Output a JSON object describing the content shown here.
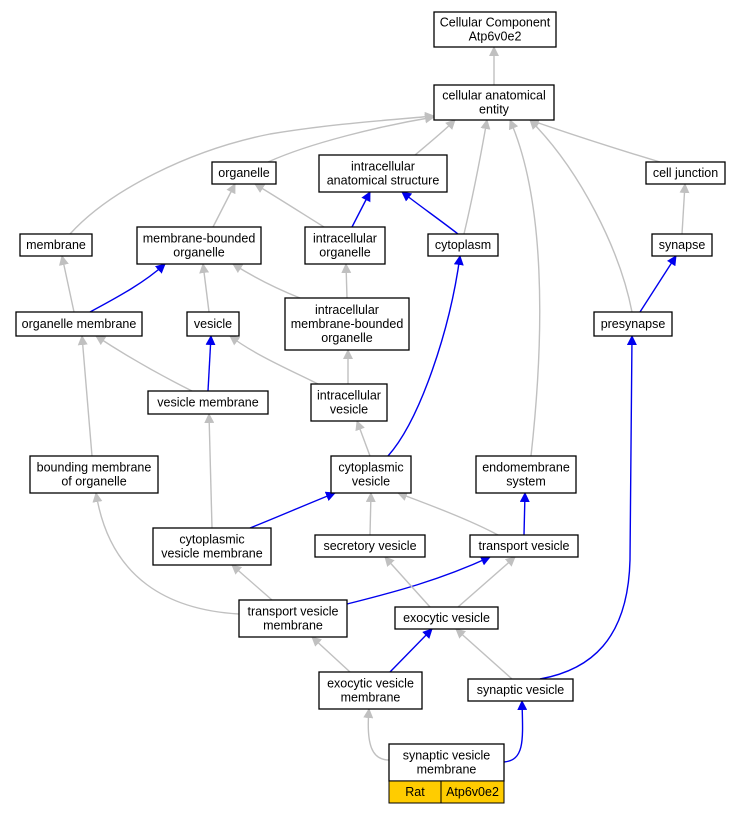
{
  "colors": {
    "is_a": "#c0c0c0",
    "part_of": "#0000ee",
    "badge": "#ffcc00",
    "node_border": "#000000"
  },
  "nodes": [
    {
      "id": "cc",
      "lines": [
        "Cellular Component",
        "Atp6v0e2"
      ]
    },
    {
      "id": "cae",
      "lines": [
        "cellular anatomical",
        "entity"
      ]
    },
    {
      "id": "organelle",
      "lines": [
        "organelle"
      ]
    },
    {
      "id": "ias",
      "lines": [
        "intracellular",
        "anatomical structure"
      ]
    },
    {
      "id": "celljunction",
      "lines": [
        "cell junction"
      ]
    },
    {
      "id": "membrane",
      "lines": [
        "membrane"
      ]
    },
    {
      "id": "mbo",
      "lines": [
        "membrane-bounded",
        "organelle"
      ]
    },
    {
      "id": "io",
      "lines": [
        "intracellular",
        "organelle"
      ]
    },
    {
      "id": "cytoplasm",
      "lines": [
        "cytoplasm"
      ]
    },
    {
      "id": "synapse",
      "lines": [
        "synapse"
      ]
    },
    {
      "id": "om",
      "lines": [
        "organelle membrane"
      ]
    },
    {
      "id": "vesicle",
      "lines": [
        "vesicle"
      ]
    },
    {
      "id": "imbo",
      "lines": [
        "intracellular",
        "membrane-bounded",
        "organelle"
      ]
    },
    {
      "id": "presynapse",
      "lines": [
        "presynapse"
      ]
    },
    {
      "id": "vm",
      "lines": [
        "vesicle membrane"
      ]
    },
    {
      "id": "iv",
      "lines": [
        "intracellular",
        "vesicle"
      ]
    },
    {
      "id": "bmo",
      "lines": [
        "bounding membrane",
        "of organelle"
      ]
    },
    {
      "id": "cv",
      "lines": [
        "cytoplasmic",
        "vesicle"
      ]
    },
    {
      "id": "es",
      "lines": [
        "endomembrane",
        "system"
      ]
    },
    {
      "id": "cvm",
      "lines": [
        "cytoplasmic",
        "vesicle membrane"
      ]
    },
    {
      "id": "sv",
      "lines": [
        "secretory vesicle"
      ]
    },
    {
      "id": "tv",
      "lines": [
        "transport vesicle"
      ]
    },
    {
      "id": "tvm",
      "lines": [
        "transport vesicle",
        "membrane"
      ]
    },
    {
      "id": "ev",
      "lines": [
        "exocytic vesicle"
      ]
    },
    {
      "id": "evm",
      "lines": [
        "exocytic vesicle",
        "membrane"
      ]
    },
    {
      "id": "synv",
      "lines": [
        "synaptic vesicle"
      ]
    },
    {
      "id": "svm",
      "lines": [
        "synaptic vesicle",
        "membrane"
      ]
    }
  ],
  "edges": [
    {
      "from": "cae",
      "to": "cc",
      "rel": "is_a"
    },
    {
      "from": "organelle",
      "to": "cae",
      "rel": "is_a"
    },
    {
      "from": "ias",
      "to": "cae",
      "rel": "is_a"
    },
    {
      "from": "celljunction",
      "to": "cae",
      "rel": "is_a"
    },
    {
      "from": "membrane",
      "to": "cae",
      "rel": "is_a"
    },
    {
      "from": "cytoplasm",
      "to": "cae",
      "rel": "is_a"
    },
    {
      "from": "es",
      "to": "cae",
      "rel": "is_a"
    },
    {
      "from": "presynapse",
      "to": "cae",
      "rel": "is_a"
    },
    {
      "from": "mbo",
      "to": "organelle",
      "rel": "is_a"
    },
    {
      "from": "io",
      "to": "organelle",
      "rel": "is_a"
    },
    {
      "from": "io",
      "to": "ias",
      "rel": "part_of"
    },
    {
      "from": "cytoplasm",
      "to": "ias",
      "rel": "part_of"
    },
    {
      "from": "synapse",
      "to": "celljunction",
      "rel": "is_a"
    },
    {
      "from": "om",
      "to": "membrane",
      "rel": "is_a"
    },
    {
      "from": "om",
      "to": "mbo",
      "rel": "part_of"
    },
    {
      "from": "vesicle",
      "to": "mbo",
      "rel": "is_a"
    },
    {
      "from": "imbo",
      "to": "mbo",
      "rel": "is_a"
    },
    {
      "from": "imbo",
      "to": "io",
      "rel": "is_a"
    },
    {
      "from": "presynapse",
      "to": "synapse",
      "rel": "part_of"
    },
    {
      "from": "vm",
      "to": "om",
      "rel": "is_a"
    },
    {
      "from": "vm",
      "to": "vesicle",
      "rel": "part_of"
    },
    {
      "from": "iv",
      "to": "vesicle",
      "rel": "is_a"
    },
    {
      "from": "iv",
      "to": "imbo",
      "rel": "is_a"
    },
    {
      "from": "bmo",
      "to": "om",
      "rel": "is_a"
    },
    {
      "from": "cv",
      "to": "iv",
      "rel": "is_a"
    },
    {
      "from": "cv",
      "to": "cytoplasm",
      "rel": "part_of"
    },
    {
      "from": "cvm",
      "to": "vm",
      "rel": "is_a"
    },
    {
      "from": "cvm",
      "to": "cv",
      "rel": "part_of"
    },
    {
      "from": "sv",
      "to": "cv",
      "rel": "is_a"
    },
    {
      "from": "tv",
      "to": "cv",
      "rel": "is_a"
    },
    {
      "from": "tv",
      "to": "es",
      "rel": "part_of"
    },
    {
      "from": "tvm",
      "to": "cvm",
      "rel": "is_a"
    },
    {
      "from": "tvm",
      "to": "bmo",
      "rel": "is_a"
    },
    {
      "from": "tvm",
      "to": "tv",
      "rel": "part_of"
    },
    {
      "from": "ev",
      "to": "sv",
      "rel": "is_a"
    },
    {
      "from": "ev",
      "to": "tv",
      "rel": "is_a"
    },
    {
      "from": "evm",
      "to": "tvm",
      "rel": "is_a"
    },
    {
      "from": "evm",
      "to": "ev",
      "rel": "part_of"
    },
    {
      "from": "synv",
      "to": "ev",
      "rel": "is_a"
    },
    {
      "from": "synv",
      "to": "presynapse",
      "rel": "part_of"
    },
    {
      "from": "svm",
      "to": "evm",
      "rel": "is_a"
    },
    {
      "from": "svm",
      "to": "synv",
      "rel": "part_of"
    }
  ],
  "badge": {
    "node": "svm",
    "species": "Rat",
    "gene": "Atp6v0e2"
  }
}
